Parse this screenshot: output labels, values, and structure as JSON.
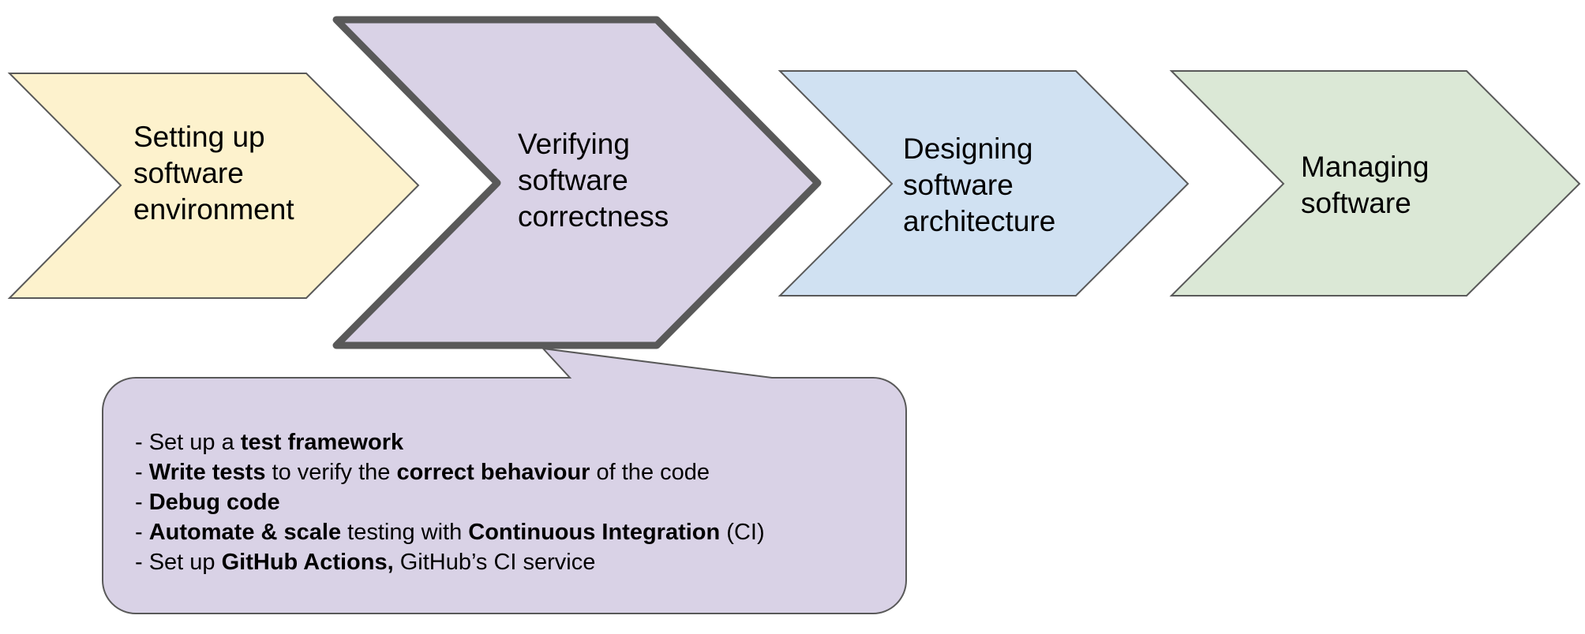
{
  "stages": [
    {
      "id": "setup",
      "lines": [
        "Setting up",
        "software",
        "environment"
      ],
      "fill": "#fdf2cd",
      "stroke": "#595959",
      "active": false
    },
    {
      "id": "verify",
      "lines": [
        "Verifying",
        "software",
        "correctness"
      ],
      "fill": "#d9d2e6",
      "stroke": "#595959",
      "active": true
    },
    {
      "id": "design",
      "lines": [
        "Designing",
        "software",
        "architecture"
      ],
      "fill": "#d0e1f2",
      "stroke": "#595959",
      "active": false
    },
    {
      "id": "manage",
      "lines": [
        "Managing",
        "software"
      ],
      "fill": "#dbe8d6",
      "stroke": "#595959",
      "active": false
    }
  ],
  "callout": {
    "fill": "#d9d2e6",
    "stroke": "#595959",
    "items": [
      {
        "id": "test-framework",
        "segments": [
          {
            "text": "- Set up a ",
            "bold": false
          },
          {
            "text": "test framework",
            "bold": true
          }
        ]
      },
      {
        "id": "write-tests",
        "segments": [
          {
            "text": "- ",
            "bold": false
          },
          {
            "text": "Write tests",
            "bold": true
          },
          {
            "text": " to verify the ",
            "bold": false
          },
          {
            "text": "correct behaviour",
            "bold": true
          },
          {
            "text": " of the code",
            "bold": false
          }
        ]
      },
      {
        "id": "debug-code",
        "segments": [
          {
            "text": "- ",
            "bold": false
          },
          {
            "text": "Debug code",
            "bold": true
          }
        ]
      },
      {
        "id": "automate-scale",
        "segments": [
          {
            "text": "- ",
            "bold": false
          },
          {
            "text": "Automate & scale",
            "bold": true
          },
          {
            "text": " testing with ",
            "bold": false
          },
          {
            "text": "Continuous Integration",
            "bold": true
          },
          {
            "text": " (CI)",
            "bold": false
          }
        ]
      },
      {
        "id": "github-actions",
        "segments": [
          {
            "text": "- Set up ",
            "bold": false
          },
          {
            "text": "GitHub Actions,",
            "bold": true
          },
          {
            "text": " GitHub’s CI service",
            "bold": false
          }
        ]
      }
    ]
  }
}
